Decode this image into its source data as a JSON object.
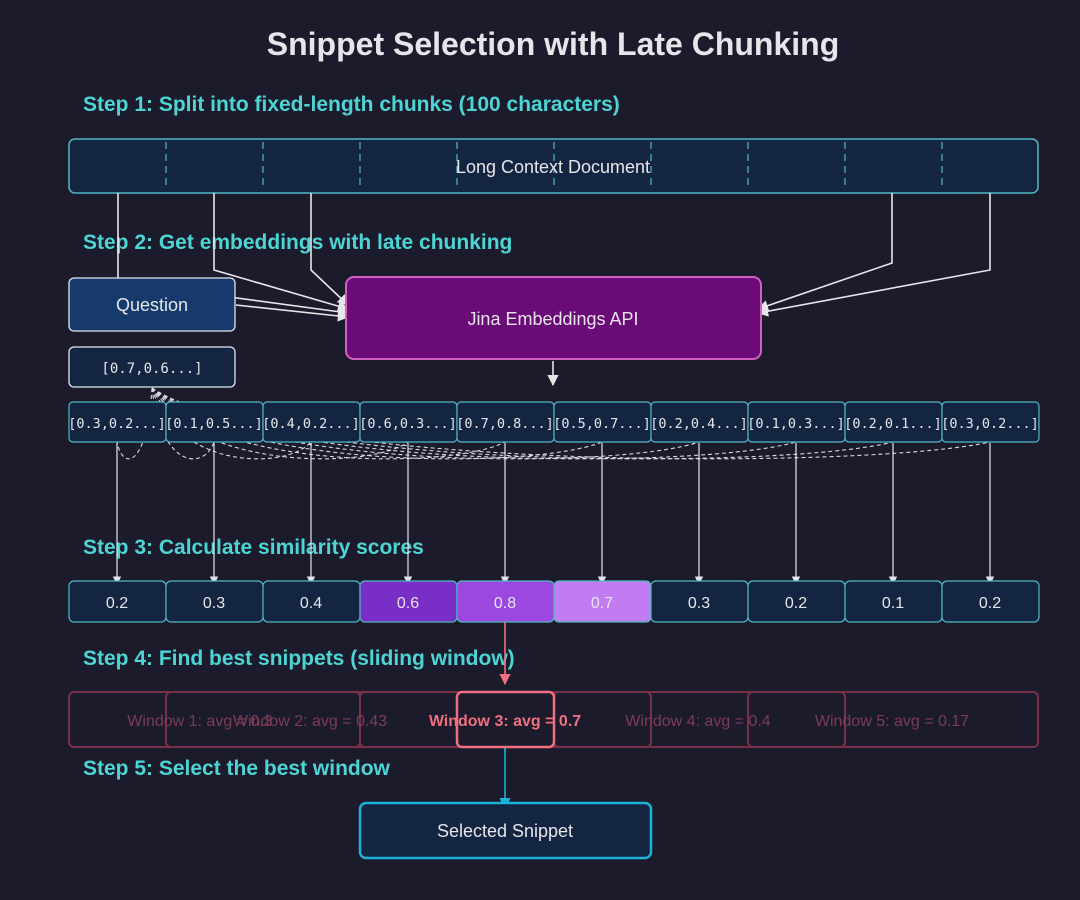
{
  "title": "Snippet Selection with Late Chunking",
  "steps": {
    "step1": "Step 1: Split into fixed-length chunks (100 characters)",
    "step2": "Step 2: Get embeddings with late chunking",
    "step3": "Step 3: Calculate similarity scores",
    "step4": "Step 4: Find best snippets (sliding window)",
    "step5": "Step 5: Select the best window"
  },
  "document_label": "Long Context Document",
  "question_label": "Question",
  "question_embedding": "[0.7,0.6...]",
  "api_label": "Jina Embeddings API",
  "chunk_embeddings": [
    "[0.3,0.2...]",
    "[0.1,0.5...]",
    "[0.4,0.2...]",
    "[0.6,0.3...]",
    "[0.7,0.8...]",
    "[0.5,0.7...]",
    "[0.2,0.4...]",
    "[0.1,0.3...]",
    "[0.2,0.1...]",
    "[0.3,0.2...]"
  ],
  "similarity_scores": [
    "0.2",
    "0.3",
    "0.4",
    "0.6",
    "0.8",
    "0.7",
    "0.3",
    "0.2",
    "0.1",
    "0.2"
  ],
  "highlighted_score_indices": [
    3,
    4,
    5
  ],
  "windows": [
    {
      "label": "Window 1: avg = 0.3",
      "best": false
    },
    {
      "label": "Window 2: avg = 0.43",
      "best": false
    },
    {
      "label": "Window 3: avg = 0.7",
      "best": true
    },
    {
      "label": "Window 4: avg = 0.4",
      "best": false
    },
    {
      "label": "Window 5: avg = 0.17",
      "best": false
    }
  ],
  "selected_label": "Selected Snippet",
  "colors": {
    "background": "#1b1b2c",
    "step_text": "#4dd4d4",
    "box_stroke": "#4fb8c0",
    "box_fill": "#142542",
    "question_fill": "#153a6b",
    "api_fill": "#6a0b78",
    "api_stroke": "#d05fbf",
    "score_high_1": "#7a2ec8",
    "score_high_2": "#9a48e0",
    "score_high_3": "#c27cf2",
    "window_stroke": "#f07080",
    "window_dim_stroke": "#7a3048",
    "selected_stroke": "#19b4d8"
  }
}
